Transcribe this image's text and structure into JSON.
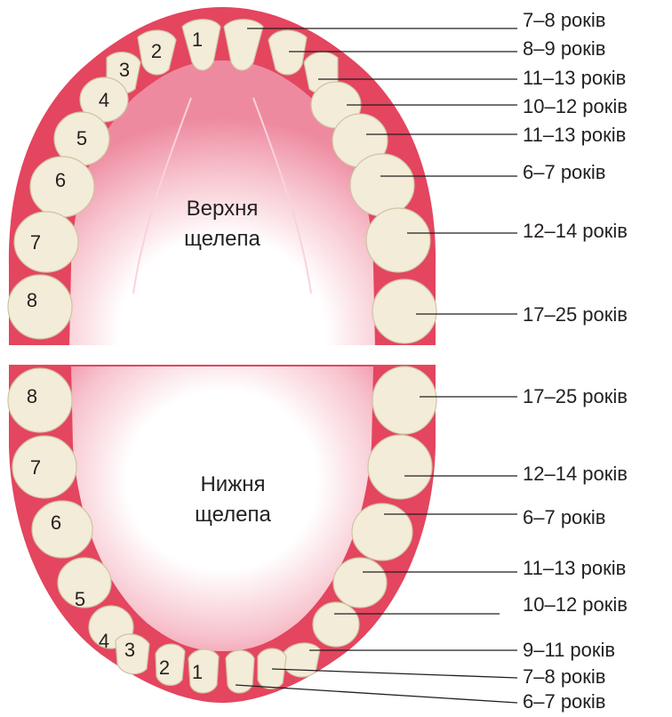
{
  "upper_jaw": {
    "title_line1": "Верхня",
    "title_line2": "щелепа",
    "left_numbers": [
      "1",
      "2",
      "3",
      "4",
      "5",
      "6",
      "7",
      "8"
    ],
    "ages": [
      "7–8 років",
      "8–9 років",
      "11–13 років",
      "10–12 років",
      "11–13 років",
      "6–7 років",
      "12–14 років",
      "17–25 років"
    ]
  },
  "lower_jaw": {
    "title_line1": "Нижня",
    "title_line2": "щелепа",
    "left_numbers": [
      "8",
      "7",
      "6",
      "5",
      "4",
      "3",
      "2",
      "1"
    ],
    "ages": [
      "17–25 років",
      "12–14 років",
      "6–7 років",
      "11–13 років",
      "10–12 років",
      "9–11 років",
      "7–8 років",
      "6–7 років"
    ]
  },
  "colors": {
    "gum": "#e4455f",
    "palate": "#f6b3c0",
    "tooth": "#f3ecd8",
    "text": "#231f20"
  }
}
